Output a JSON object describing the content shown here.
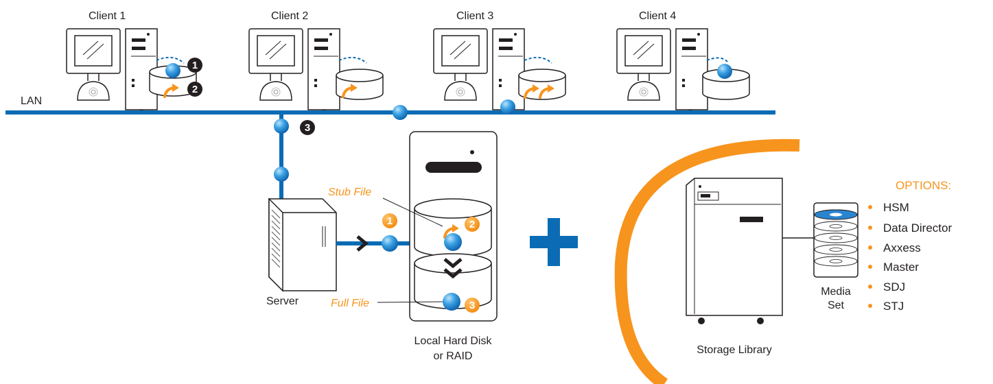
{
  "clients": [
    {
      "label": "Client 1"
    },
    {
      "label": "Client 2"
    },
    {
      "label": "Client 3"
    },
    {
      "label": "Client 4"
    }
  ],
  "lan": {
    "label": "LAN"
  },
  "server": {
    "label": "Server"
  },
  "storage": {
    "stub_label": "Stub File",
    "full_label": "Full File",
    "disk_label_line1": "Local Hard Disk",
    "disk_label_line2": "or RAID"
  },
  "library": {
    "label": "Storage Library",
    "media_line1": "Media",
    "media_line2": "Set"
  },
  "options": {
    "title": "OPTIONS:",
    "items": [
      "HSM",
      "Data Director",
      "Axxess",
      "Master",
      "SDJ",
      "STJ"
    ]
  },
  "steps": {
    "s1": "1",
    "s2": "2",
    "s3": "3"
  },
  "colors": {
    "network_blue": "#0b6cb5",
    "accent_orange": "#f7941d",
    "outline": "#231f20"
  }
}
